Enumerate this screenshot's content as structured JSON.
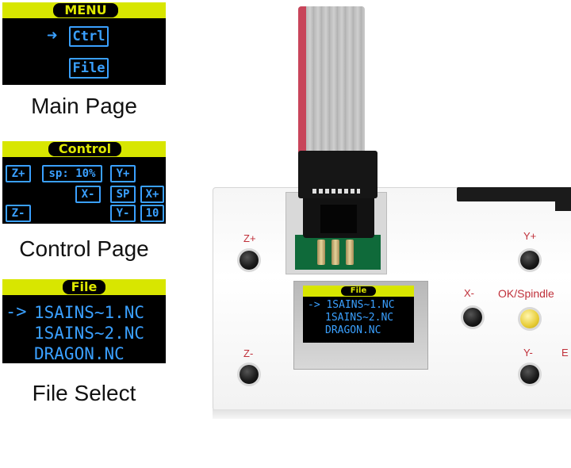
{
  "main_page": {
    "header": "MENU",
    "items": [
      {
        "label": "Ctrl",
        "selected": true
      },
      {
        "label": "File",
        "selected": false
      }
    ],
    "caption": "Main Page"
  },
  "control_page": {
    "header": "Control",
    "boxes": {
      "z_plus": "Z+",
      "speed": "sp: 10%",
      "y_plus": "Y+",
      "x_minus": "X-",
      "sp": "SP",
      "x_plus": "X+",
      "z_minus": "Z-",
      "y_minus": "Y-",
      "step": "10"
    },
    "caption": "Control Page"
  },
  "file_page": {
    "header": "File",
    "cursor": "->",
    "files": [
      "1SAINS~1.NC",
      "1SAINS~2.NC",
      "DRAGON.NC"
    ],
    "caption": "File Select"
  },
  "device": {
    "button_labels": {
      "z_plus": "Z+",
      "z_minus": "Z-",
      "y_plus": "Y+",
      "y_minus": "Y-",
      "x_minus": "X-",
      "ok": "OK/Spindle",
      "e": "E"
    },
    "screen": {
      "header": "File",
      "cursor": "->",
      "files": [
        "1SAINS~1.NC",
        "1SAINS~2.NC",
        "DRAGON.NC"
      ]
    }
  },
  "colors": {
    "oled_header": "#d8e600",
    "oled_text": "#3aa0ff",
    "label_red": "#c0303a",
    "ok_button": "#e7cc35"
  }
}
